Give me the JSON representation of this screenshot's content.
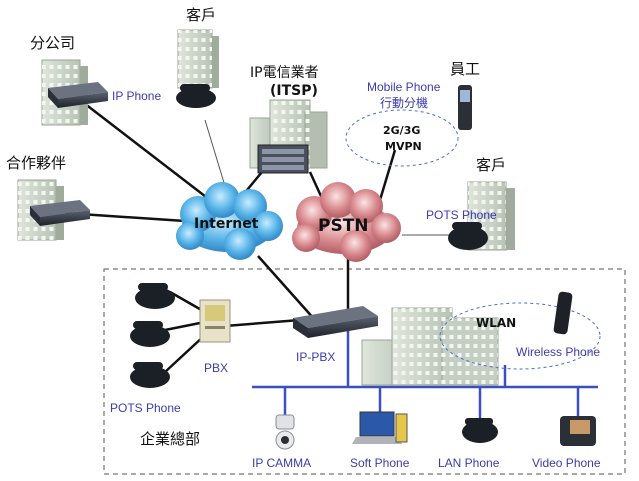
{
  "nodes": {
    "branch_office": "分公司",
    "customer_top": "客戶",
    "itsp_line1": "IP電信業者",
    "itsp_line2": "(ITSP)",
    "employee": "員工",
    "mobile_phone": "Mobile Phone",
    "mobile_switch": "行動分機",
    "mvpn_line1": "2G/3G",
    "mvpn_line2": "MVPN",
    "ip_phone": "IP Phone",
    "partner": "合作夥伴",
    "customer_right": "客戶",
    "pots_phone_right": "POTS Phone",
    "internet": "Internet",
    "pstn": "PSTN",
    "wlan": "WLAN",
    "pbx": "PBX",
    "ip_pbx": "IP-PBX",
    "wireless_phone": "Wireless Phone",
    "pots_phone_hq": "POTS Phone",
    "hq": "企業總部",
    "ip_camma": "IP CAMMA",
    "soft_phone": "Soft Phone",
    "lan_phone": "LAN Phone",
    "video_phone": "Video Phone"
  },
  "colors": {
    "internet_cloud": "#58b4e8",
    "pstn_cloud": "#d98a8e",
    "label_blue": "#3b3bb0",
    "lan_bus": "#3a4fc0",
    "link": "#111111"
  }
}
